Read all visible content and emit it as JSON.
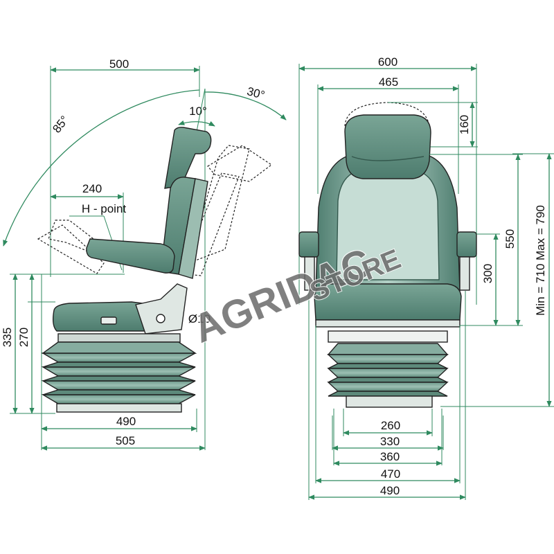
{
  "side_view": {
    "width_top": "500",
    "angle_recline": "85°",
    "angle_forward": "30°",
    "angle_backrest": "10°",
    "hpoint_offset": "240",
    "hpoint_label": "H - point",
    "diameter": "Ø10",
    "height_max": "335",
    "height_min": "270",
    "base_width": "490",
    "base_width_total": "505"
  },
  "front_view": {
    "width_total": "600",
    "width_backrest": "465",
    "headrest_travel": "160",
    "backrest_height": "550",
    "armrest_height": "300",
    "height_range": "Min = 710  Max = 790",
    "widths": [
      "260",
      "330",
      "360",
      "470",
      "490"
    ]
  },
  "watermark": {
    "brand": "AGRIDAC",
    "sub": "STORE"
  },
  "colors": {
    "dimension_line": "#2f8a5f",
    "seat_fill": "#5b8a7c",
    "seat_light": "#9fc0b5",
    "watermark": "#6b6b6b"
  }
}
